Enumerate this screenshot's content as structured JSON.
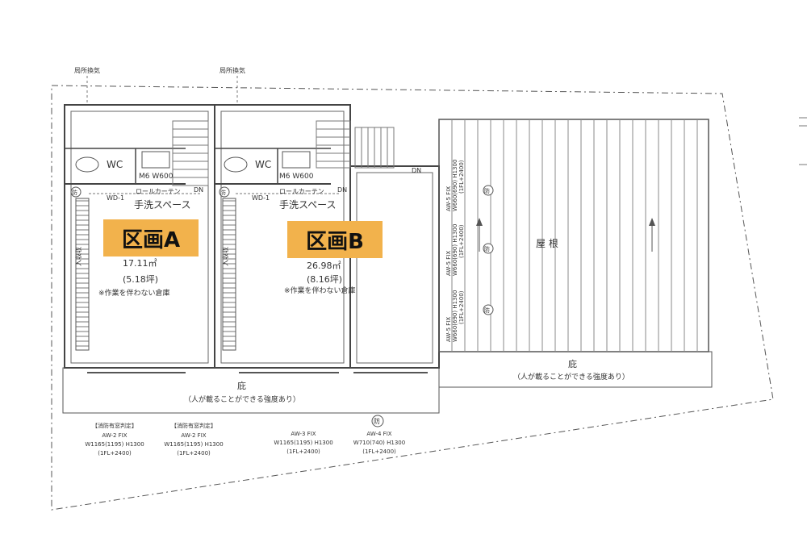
{
  "labels": {
    "exhaust_left": "局所換気",
    "exhaust_right": "局所換気",
    "wc_a": "WC",
    "wc_b": "WC",
    "sink_a": "M6 W600",
    "sink_b": "M6 W600",
    "roll_curtain_a": "ロールカーテン",
    "roll_curtain_b": "ロールカーテン",
    "handwash_a": "手洗スペース",
    "handwash_b": "手洗スペース",
    "wd_a": "WD-1",
    "wd_b": "WD-1",
    "dn_a": "DN",
    "dn_b": "DN",
    "dn_c": "DN",
    "storage_a": "入収収",
    "storage_b": "入収収",
    "bohan_1": "防",
    "bohan_2": "防",
    "bohan_3": "防",
    "bohan_4": "防",
    "bohan_5": "防",
    "bohan_6": "防",
    "roof": "屋 根",
    "eaves_left": "庇",
    "eaves_left_note": "（人が載ることができる強度あり）",
    "eaves_right": "庇",
    "eaves_right_note": "（人が載ることができる強度あり）",
    "aw5_a": "AW-5 FIX",
    "aw5_b": "AW-5 FIX",
    "aw5_c": "AW-5 FIX",
    "aw5_dim_a": "W660(690) H1300",
    "aw5_dim_b": "W660(690) H1300",
    "aw5_dim_c": "W660(690) H1300",
    "aw5_fl_a": "(1FL+2400)",
    "aw5_fl_b": "(1FL+2400)",
    "aw5_fl_c": "(1FL+2400)"
  },
  "sections": {
    "a": {
      "name": "区画A",
      "area": "17.11㎡",
      "tsubo": "(5.18坪)",
      "note": "※作業を伴わない倉庫"
    },
    "b": {
      "name": "区画B",
      "area": "26.98㎡",
      "tsubo": "(8.16坪)",
      "note": "※作業を伴わない倉庫"
    }
  },
  "windows": [
    {
      "tag": "【消防有窓判定】",
      "code": "AW-2 FIX",
      "size": "W1165(1195) H1300",
      "fl": "(1FL+2400)"
    },
    {
      "tag": "【消防有窓判定】",
      "code": "AW-2 FIX",
      "size": "W1165(1195) H1300",
      "fl": "(1FL+2400)"
    },
    {
      "tag": "",
      "code": "AW-3 FIX",
      "size": "W1165(1195) H1300",
      "fl": "(1FL+2400)"
    },
    {
      "tag": "",
      "code": "AW-4 FIX",
      "size": "W710(740) H1300",
      "fl": "(1FL+2400)"
    }
  ],
  "colors": {
    "badge": "#f2b24c",
    "line": "#555555"
  }
}
